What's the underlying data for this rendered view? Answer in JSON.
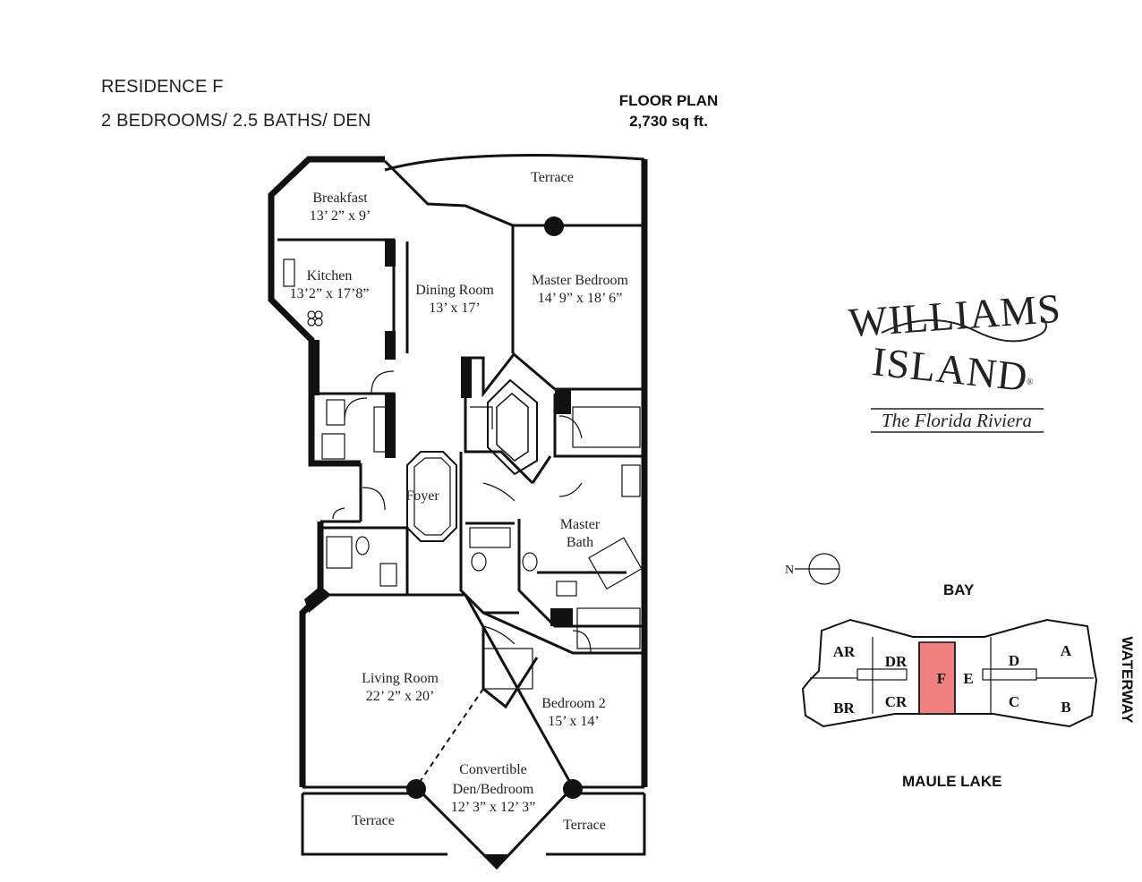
{
  "header": {
    "residence": "RESIDENCE F",
    "summary": "2 BEDROOMS/ 2.5 BATHS/ DEN",
    "floor_plan_title": "FLOOR PLAN",
    "floor_plan_area": "2,730 sq ft."
  },
  "rooms": {
    "terrace_top": "Terrace",
    "breakfast_name": "Breakfast",
    "breakfast_dim": "13’ 2” x 9’",
    "kitchen_name": "Kitchen",
    "kitchen_dim": "13’2” x 17’8”",
    "dining_name": "Dining Room",
    "dining_dim": "13’ x 17’",
    "master_bed_name": "Master Bedroom",
    "master_bed_dim": "14’ 9” x 18’ 6”",
    "foyer": "Foyer",
    "master_bath_line1": "Master",
    "master_bath_line2": "Bath",
    "living_name": "Living Room",
    "living_dim": "22’ 2” x 20’",
    "bedroom2_name": "Bedroom 2",
    "bedroom2_dim": "15’ x 14’",
    "den_line1": "Convertible",
    "den_line2": "Den/Bedroom",
    "den_dim": "12’ 3” x 12’ 3”",
    "terrace_left": "Terrace",
    "terrace_right": "Terrace"
  },
  "logo": {
    "line1": "WILLIAMS",
    "line2": "ISLAND",
    "registered": "®",
    "tagline": "The Florida Riviera"
  },
  "keyplan": {
    "north": "N",
    "bay": "BAY",
    "waterway": "WATERWAY",
    "maule_lake": "MAULE LAKE",
    "units": [
      "AR",
      "DR",
      "F",
      "E",
      "D",
      "A",
      "BR",
      "CR",
      "C",
      "B"
    ],
    "highlight_color": "#f08080"
  }
}
